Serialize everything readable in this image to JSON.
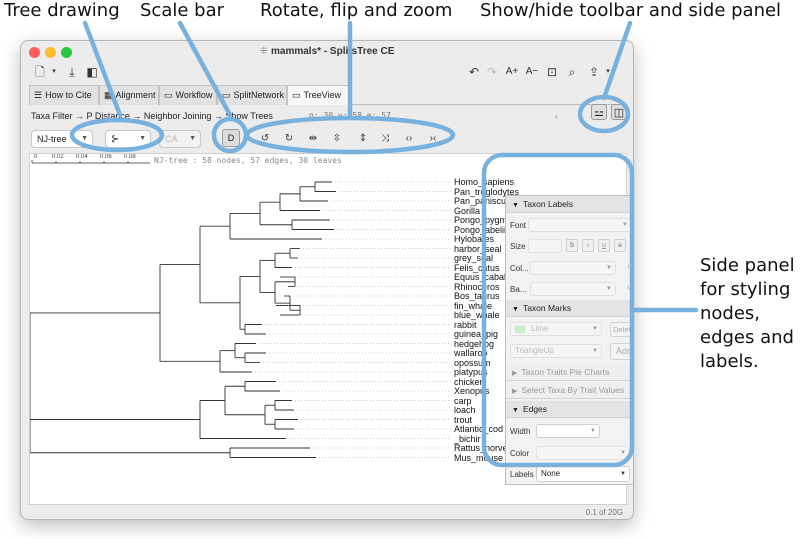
{
  "annotations": {
    "tree_drawing": "Tree drawing",
    "scale_bar": "Scale bar",
    "rotate_flip_zoom": "Rotate, flip and zoom",
    "show_hide": "Show/hide toolbar and side panel",
    "side_panel_lines": [
      "Side panel",
      "for styling",
      "nodes,",
      "edges and",
      "labels."
    ],
    "callout_color": "#79b1de"
  },
  "window": {
    "title": "mammals* - SplitsTree CE",
    "title_icon": "splitstree-icon"
  },
  "main_toolbar": {
    "left_icons": [
      "new-document-icon",
      "download-icon",
      "sidebar-icon"
    ],
    "right_labels": [
      "A+",
      "A−"
    ],
    "right_icons": [
      "undo-icon",
      "redo-icon",
      "zoom-icon",
      "search-icon",
      "share-icon"
    ]
  },
  "tabs": [
    {
      "label": "How to Cite",
      "icon": "lines-icon"
    },
    {
      "label": "Alignment",
      "icon": "grid-icon"
    },
    {
      "label": "Workflow",
      "icon": "window-icon"
    },
    {
      "label": "SplitNetwork",
      "icon": "window-icon"
    },
    {
      "label": "TreeView",
      "icon": "window-icon"
    }
  ],
  "workflow_path": "Taxa Filter → P Distance → Neighbor Joining → Show Trees",
  "status_mini": "n: 30 v: 58 e: 57",
  "view_toolbar": {
    "tree_select": "NJ-tree",
    "layout_select": "CA",
    "d_button": "D"
  },
  "scale_bar": {
    "ticks": [
      "0",
      "0.02",
      "0.04",
      "0.06",
      "0.08"
    ]
  },
  "tree_summary": "NJ-tree : 58 nodes, 57 edges, 30 leaves",
  "taxa": [
    "Homo_sapiens",
    "Pan_troglodytes",
    "Pan_paniscus",
    "Gorilla",
    "Pongo_pygmaeus",
    "Pongo_abelii",
    "Hylobates",
    "harbor_seal",
    "grey_seal",
    "Felis_catus",
    "Equus_caballus",
    "Rhinoceros",
    "Bos_taurus",
    "fin_whale",
    "blue_whale",
    "rabbit",
    "guinea_pig",
    "hedgehog",
    "wallaroo",
    "opossum",
    "platypus",
    "chicken",
    "Xenopus",
    "carp",
    "loach",
    "trout",
    "Atlantic_cod",
    "_bichir",
    "Rattus_norvegicus",
    "Mus_mouse"
  ],
  "side_panel": {
    "taxon_labels": {
      "title": "Taxon Labels",
      "font_label": "Font",
      "size_label": "Size",
      "format_buttons": [
        "b",
        "i",
        "u",
        "s"
      ],
      "color_label": "Col...",
      "background_label": "Ba..."
    },
    "taxon_marks": {
      "title": "Taxon Marks",
      "color_value": "Lime",
      "shape_value": "TriangleUp",
      "delete_button": "Delete",
      "add_button": "Add"
    },
    "pie_charts": "Taxon Traits Pie Charts",
    "select_by_trait": "Select Taxa By Trait Values",
    "edges": {
      "title": "Edges",
      "width_label": "Width",
      "color_label": "Color",
      "labels_label": "Labels",
      "labels_value": "None"
    }
  },
  "status_bar": "0.1 of 20G"
}
